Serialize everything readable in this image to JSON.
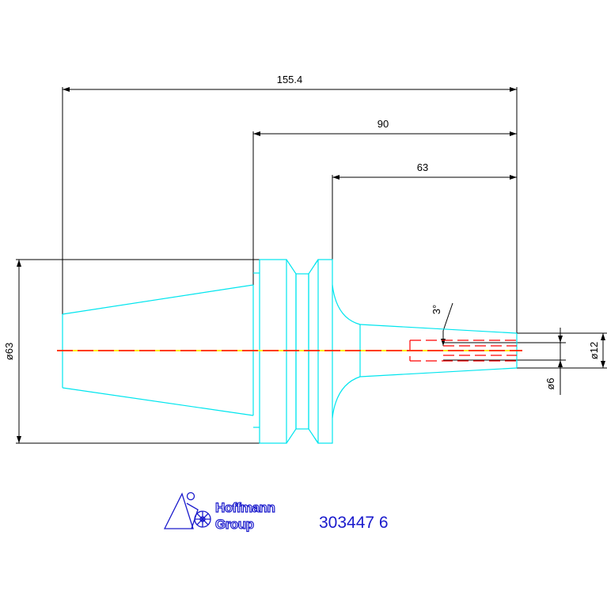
{
  "dimensions": {
    "overall_length": "155.4",
    "length_90": "90",
    "length_63": "63",
    "diameter_63": "ø63",
    "diameter_12": "ø12",
    "diameter_6": "ø6",
    "taper_angle": "3°"
  },
  "logo": {
    "brand_line1": "Hoffmann",
    "brand_line2": "Group"
  },
  "part_number": "303447 6",
  "colors": {
    "outline": "#00e5ee",
    "dimension": "#000000",
    "hidden_line": "#ff0000",
    "centerline": "#ffee00",
    "logo": "#1a1acc"
  }
}
